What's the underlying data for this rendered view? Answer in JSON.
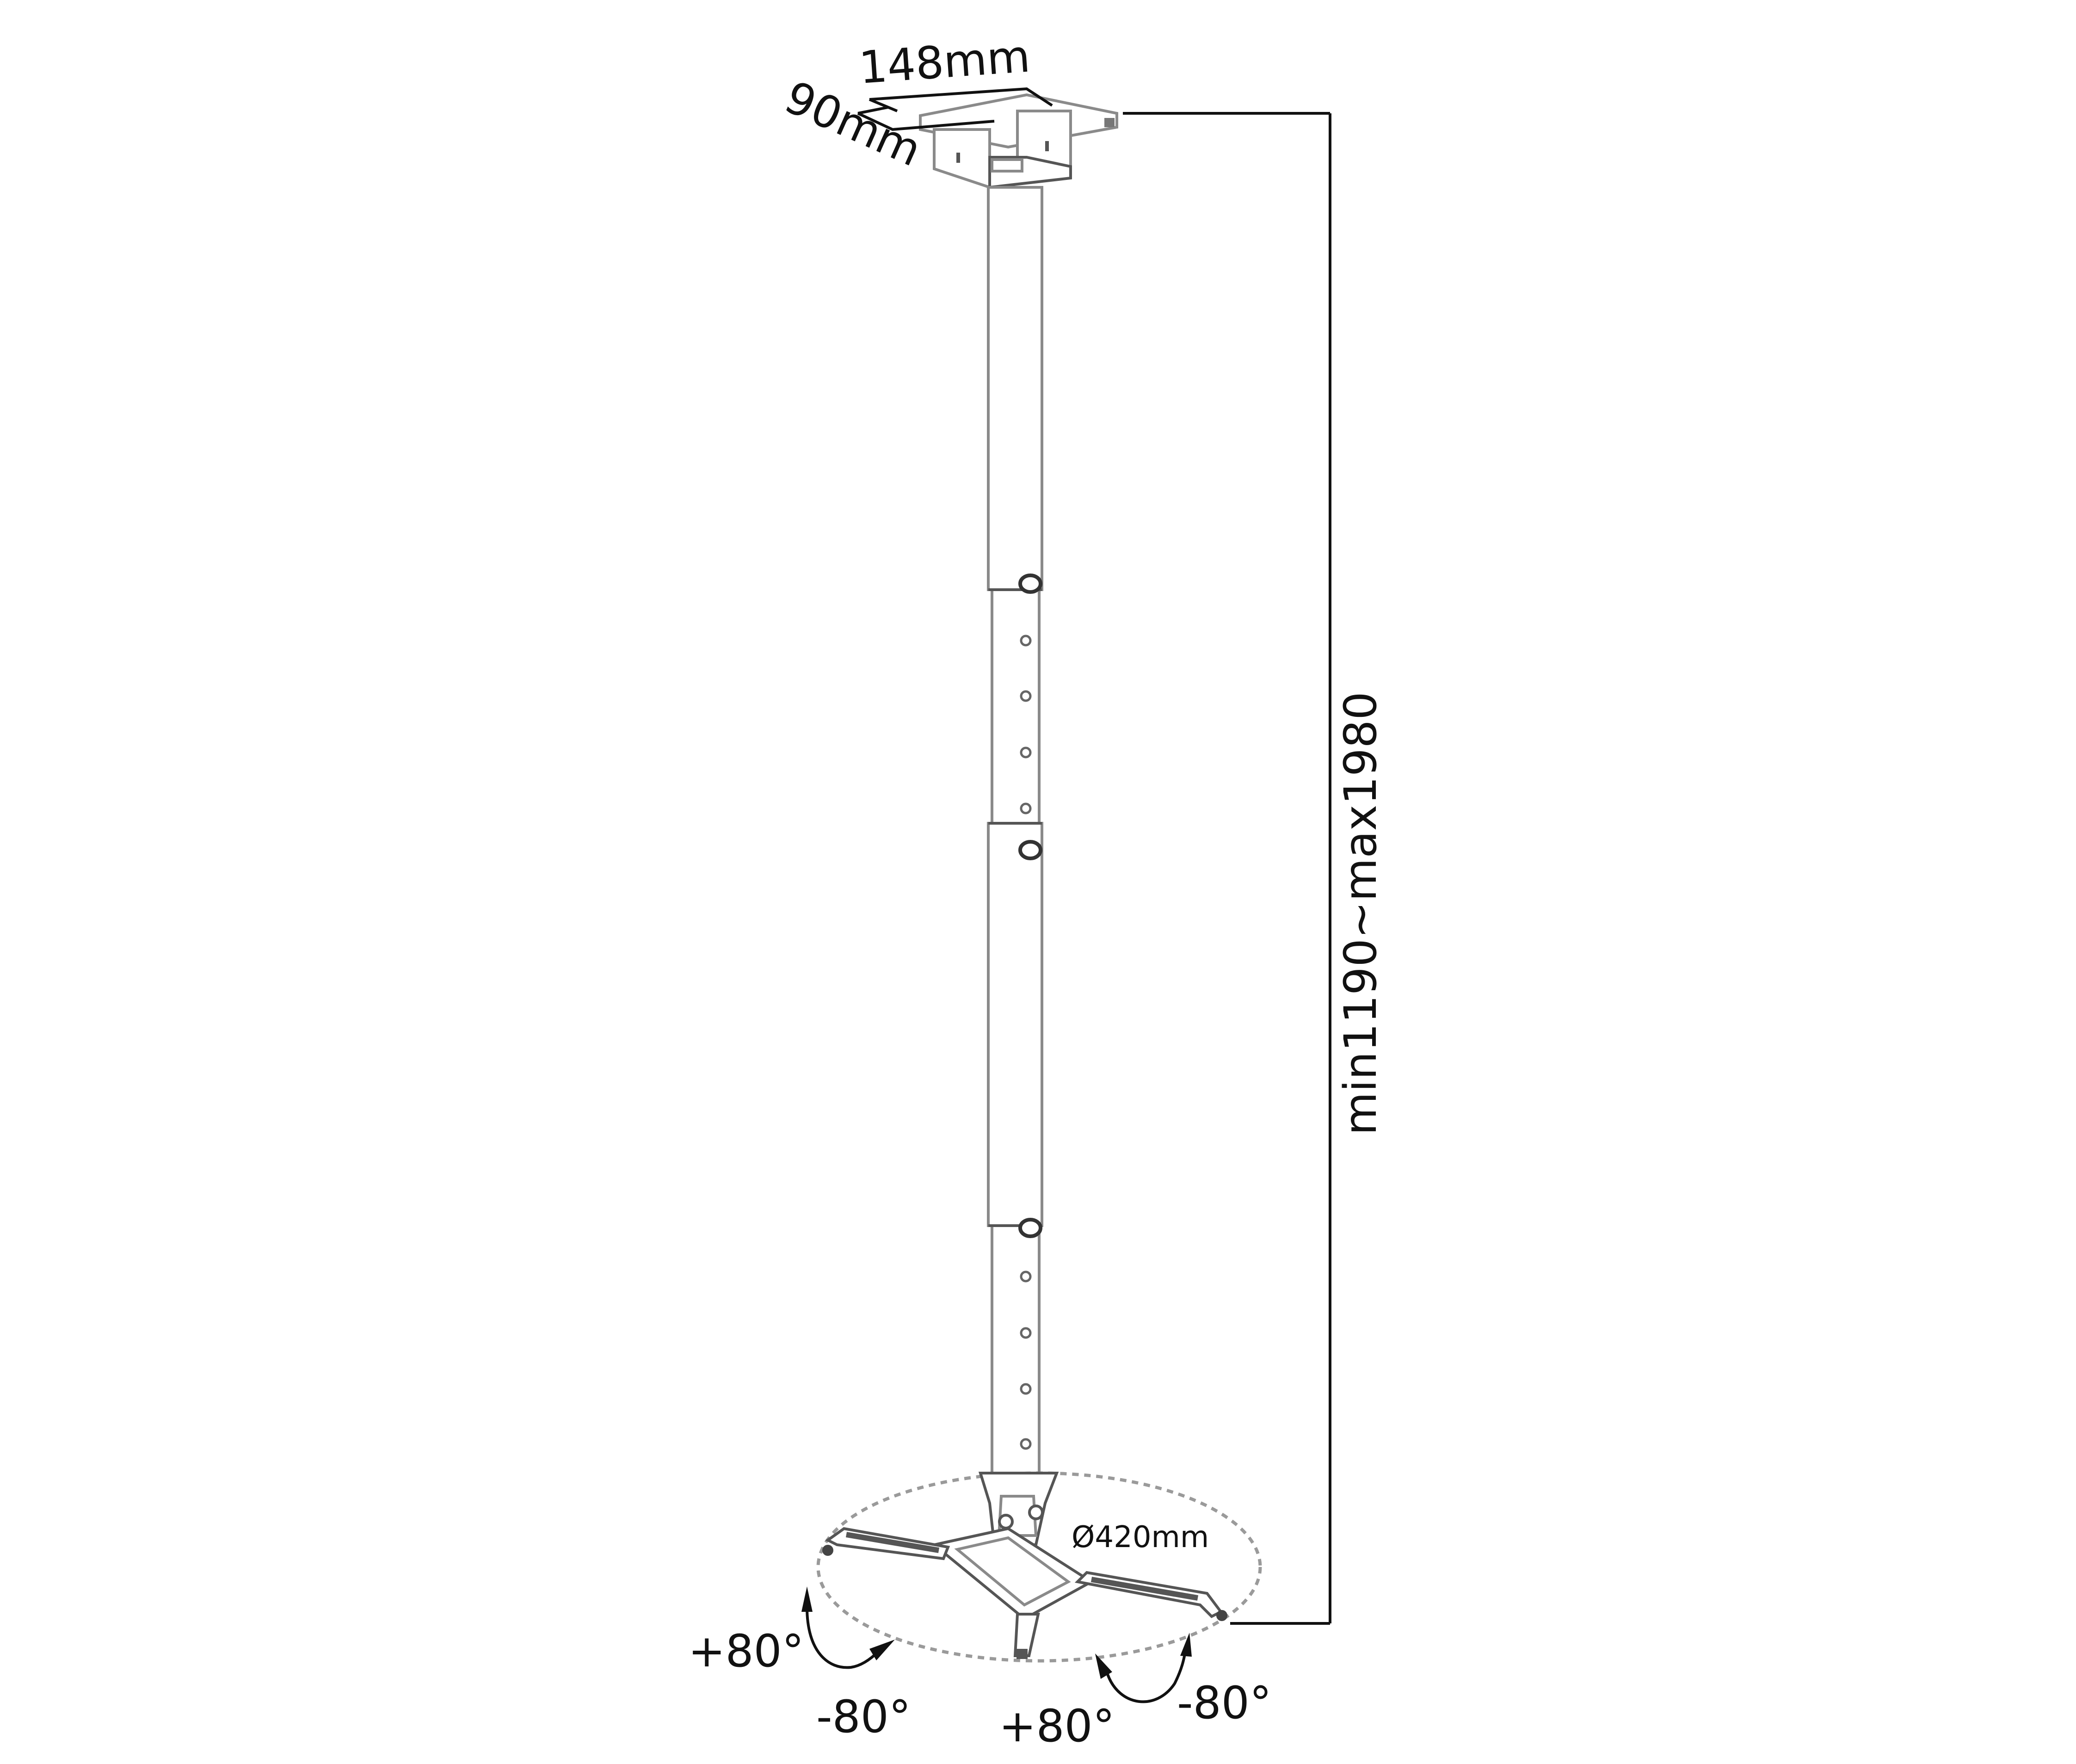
{
  "diagram": {
    "title": "Projector ceiling mount — dimension drawing",
    "colors": {
      "line": "#111111",
      "part_stroke": "#8a8a8a",
      "ellipse": "#9a9a9a",
      "background": "#ffffff"
    }
  },
  "labels": {
    "bracket_width": "148mm",
    "bracket_depth": "90mm",
    "height_range": "min1190~max1980",
    "plate_diameter": "Ø420mm",
    "tilt_left_plus": "+80°",
    "tilt_left_minus": "-80°",
    "swivel_right_plus": "+80°",
    "swivel_right_minus": "-80°"
  },
  "components": [
    {
      "id": "ceiling-bracket",
      "label": "Ceiling bracket"
    },
    {
      "id": "telescopic-pole",
      "label": "Telescopic pole",
      "sections": 4,
      "adjustment_holes_per_section": 4
    },
    {
      "id": "projector-plate",
      "label": "Projector mounting plate with 4 arms"
    }
  ],
  "icons": {
    "tilt_arrow": "curved-double-arrow-icon",
    "swivel_arrow": "curved-double-arrow-icon"
  }
}
